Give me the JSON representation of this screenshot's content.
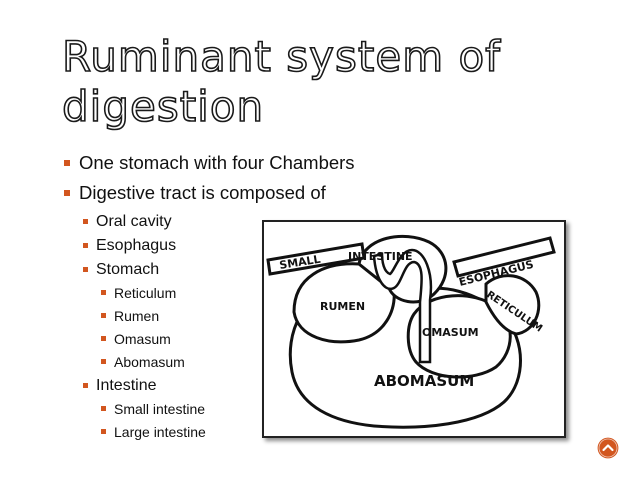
{
  "slide": {
    "title_line1": "Ruminant system of",
    "title_line2": "digestion",
    "bullets": [
      {
        "text": "One stomach with four Chambers"
      },
      {
        "text": "Digestive tract is composed of"
      }
    ],
    "sub_items": {
      "oral": "Oral cavity",
      "esophagus": "Esophagus",
      "stomach": "Stomach",
      "stomach_parts": [
        "Reticulum",
        "Rumen",
        "Omasum",
        "Abomasum"
      ],
      "intestine": "Intestine",
      "intestine_parts": [
        "Small intestine",
        "Large intestine"
      ]
    }
  },
  "diagram": {
    "labels": {
      "small": "SMALL",
      "intestine": "INTESTINE",
      "esophagus": "ESOPHAGUS",
      "reticulum": "RETICULUM",
      "rumen": "RUMEN",
      "omasum": "OMASUM",
      "abomasum": "ABOMASUM"
    }
  },
  "colors": {
    "bullet": "#d2561f",
    "nav_button": "#d2561f"
  },
  "icons": {
    "nav": "chevron-up-icon"
  }
}
